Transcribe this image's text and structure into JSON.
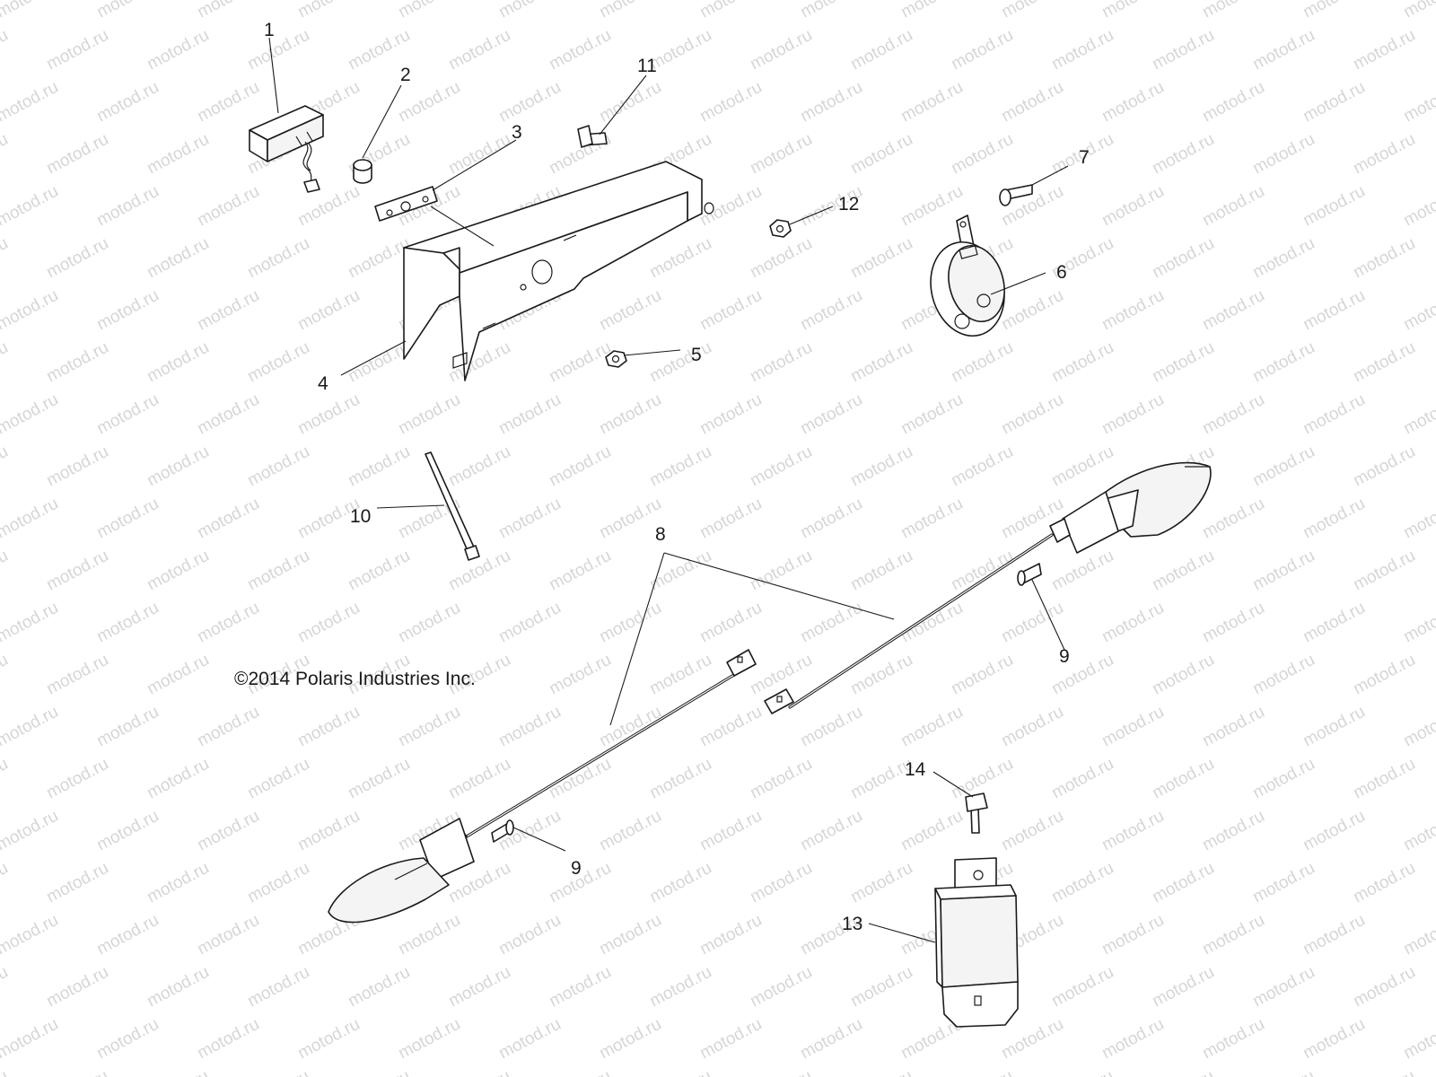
{
  "diagram": {
    "watermark": "motod.ru",
    "copyright": "©2014 Polaris Industries Inc.",
    "callouts": {
      "c1": "1",
      "c2": "2",
      "c3": "3",
      "c4": "4",
      "c5": "5",
      "c6": "6",
      "c7": "7",
      "c8": "8",
      "c9a": "9",
      "c9b": "9",
      "c10": "10",
      "c11": "11",
      "c12": "12",
      "c13": "13",
      "c14": "14"
    }
  }
}
